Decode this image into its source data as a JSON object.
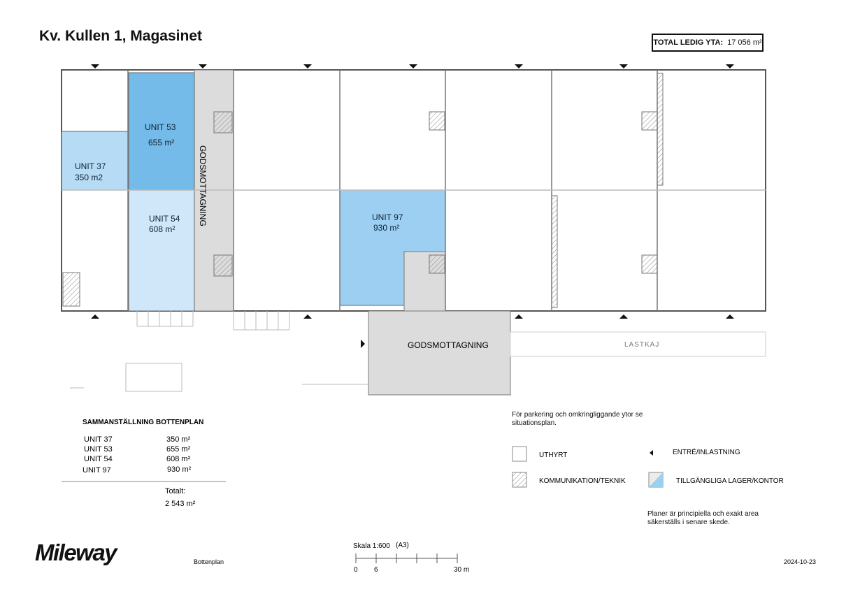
{
  "title": "Kv. Kullen 1, Magasinet",
  "total": {
    "label": "TOTAL LEDIG YTA:",
    "value": "17 056 m²"
  },
  "plan": {
    "units": [
      {
        "name": "UNIT 53",
        "area": "655 m²",
        "color": "#74bbea"
      },
      {
        "name": "UNIT 37",
        "area": "350 m2",
        "color": "#b5dbf5"
      },
      {
        "name": "UNIT 54",
        "area": "608 m²",
        "color": "#cfe7f8"
      },
      {
        "name": "UNIT 97",
        "area": "930 m²",
        "color": "#9ccff2"
      }
    ],
    "godsmottagning_vertical": "GODSMOTTAGNING",
    "godsmottagning_bottom": "GODSMOTTAGNING",
    "lastkaj": "LASTKAJ"
  },
  "summary": {
    "title": "SAMMANSTÄLLNING BOTTENPLAN",
    "rows": [
      {
        "unit": "UNIT 37",
        "area": "350 m²"
      },
      {
        "unit": "UNIT 53",
        "area": "655 m²"
      },
      {
        "unit": "UNIT 54",
        "area": "608 m²"
      },
      {
        "unit": "UNIT 97",
        "area": "930 m²"
      }
    ],
    "total_label": "Totalt:",
    "total_value": "2 543 m²"
  },
  "notes": {
    "parking": "För parkering och omkringliggande ytor se situationsplan.",
    "disclaimer": "Planer är principiella och exakt area säkerställs i senare skede."
  },
  "legend": {
    "uthyrt": "UTHYRT",
    "kommunikation": "KOMMUNIKATION/TEKNIK",
    "entre": "ENTRÉ/INLASTNING",
    "tillgangliga": "TILLGÄNGLIGA LAGER/KONTOR"
  },
  "footer": {
    "logo": "Mileway",
    "sheet": "Bottenplan",
    "scale": "Skala 1:600",
    "paper": "(A3)",
    "scale_ticks": [
      "0",
      "6",
      "30 m"
    ],
    "date": "2024-10-23"
  }
}
